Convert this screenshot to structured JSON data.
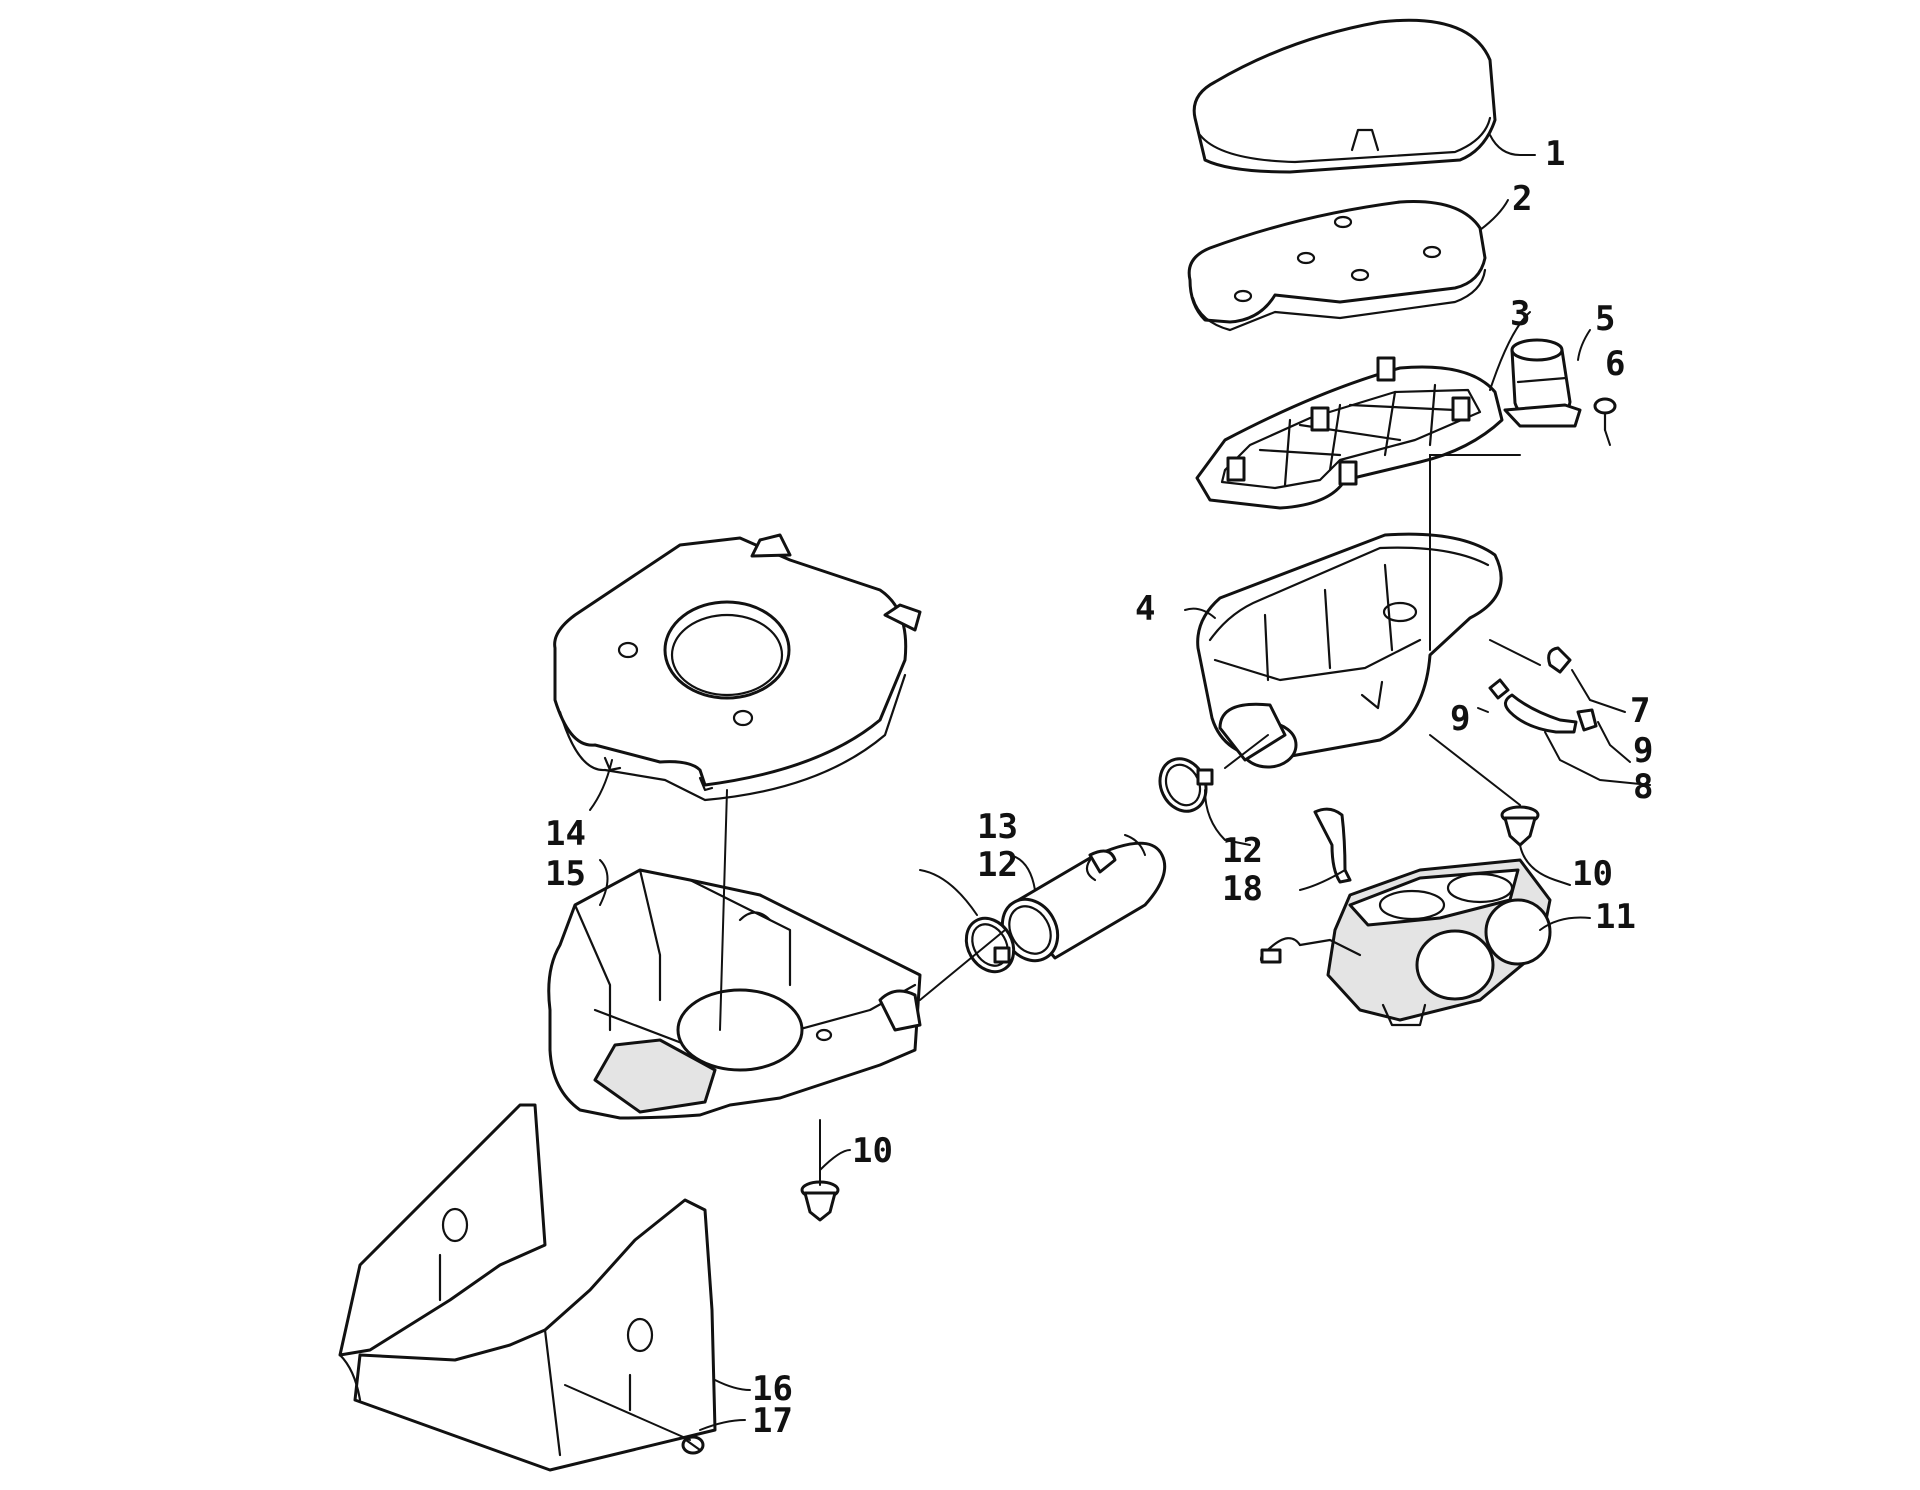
{
  "colors": {
    "line": "#111111",
    "background": "#ffffff",
    "shade": "#e4e4e4"
  },
  "callouts": {
    "c1": "1",
    "c2": "2",
    "c3": "3",
    "c4": "4",
    "c5": "5",
    "c6": "6",
    "c7": "7",
    "c8": "8",
    "c9a": "9",
    "c9b": "9",
    "c10a": "10",
    "c10b": "10",
    "c11": "11",
    "c12a": "12",
    "c12b": "12",
    "c13": "13",
    "c14": "14",
    "c15": "15",
    "c16": "16",
    "c17": "17",
    "c18": "18"
  }
}
